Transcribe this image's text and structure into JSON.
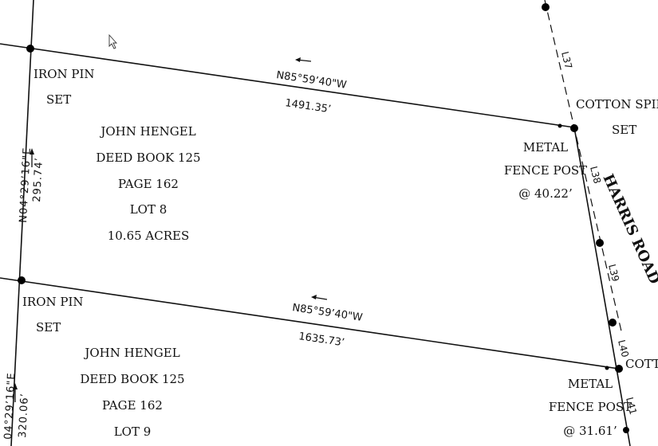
{
  "lot8": {
    "owner": "JOHN HENGEL",
    "deed": "DEED BOOK 125",
    "page": "PAGE 162",
    "lot": "LOT 8",
    "acres": "10.65 ACRES"
  },
  "lot9": {
    "owner": "JOHN HENGEL",
    "deed": "DEED BOOK 125",
    "page": "PAGE 162",
    "lot": "LOT 9"
  },
  "top_line": {
    "bearing": "N85°59’40\"W",
    "distance": "1491.35’"
  },
  "mid_line": {
    "bearing": "N85°59’40\"W",
    "distance": "1635.73’"
  },
  "west_upper": {
    "bearing": "N04°29’16\"E",
    "distance": "295.74’"
  },
  "west_lower": {
    "bearing": "04°29’16\"E",
    "distance": "320.06’"
  },
  "iron_pin_1": {
    "line1": "IRON PIN",
    "line2": "SET"
  },
  "iron_pin_2": {
    "line1": "IRON PIN",
    "line2": "SET"
  },
  "cotton_spindle_1": {
    "line1": "COTTON SPINDL",
    "line2": "SET"
  },
  "cotton_spindle_2": {
    "line1": "COTTO"
  },
  "fence_post_1": {
    "line1": "METAL",
    "line2": "FENCE POST",
    "line3": "@ 40.22’"
  },
  "fence_post_2": {
    "line1": "METAL",
    "line2": "FENCE POST",
    "line3": "@ 31.61’"
  },
  "road": {
    "name": "HARRIS ROAD"
  },
  "road_segments": {
    "l37": "L37",
    "l38": "L38",
    "l39": "L39",
    "l40": "L40",
    "l41": "L41"
  }
}
